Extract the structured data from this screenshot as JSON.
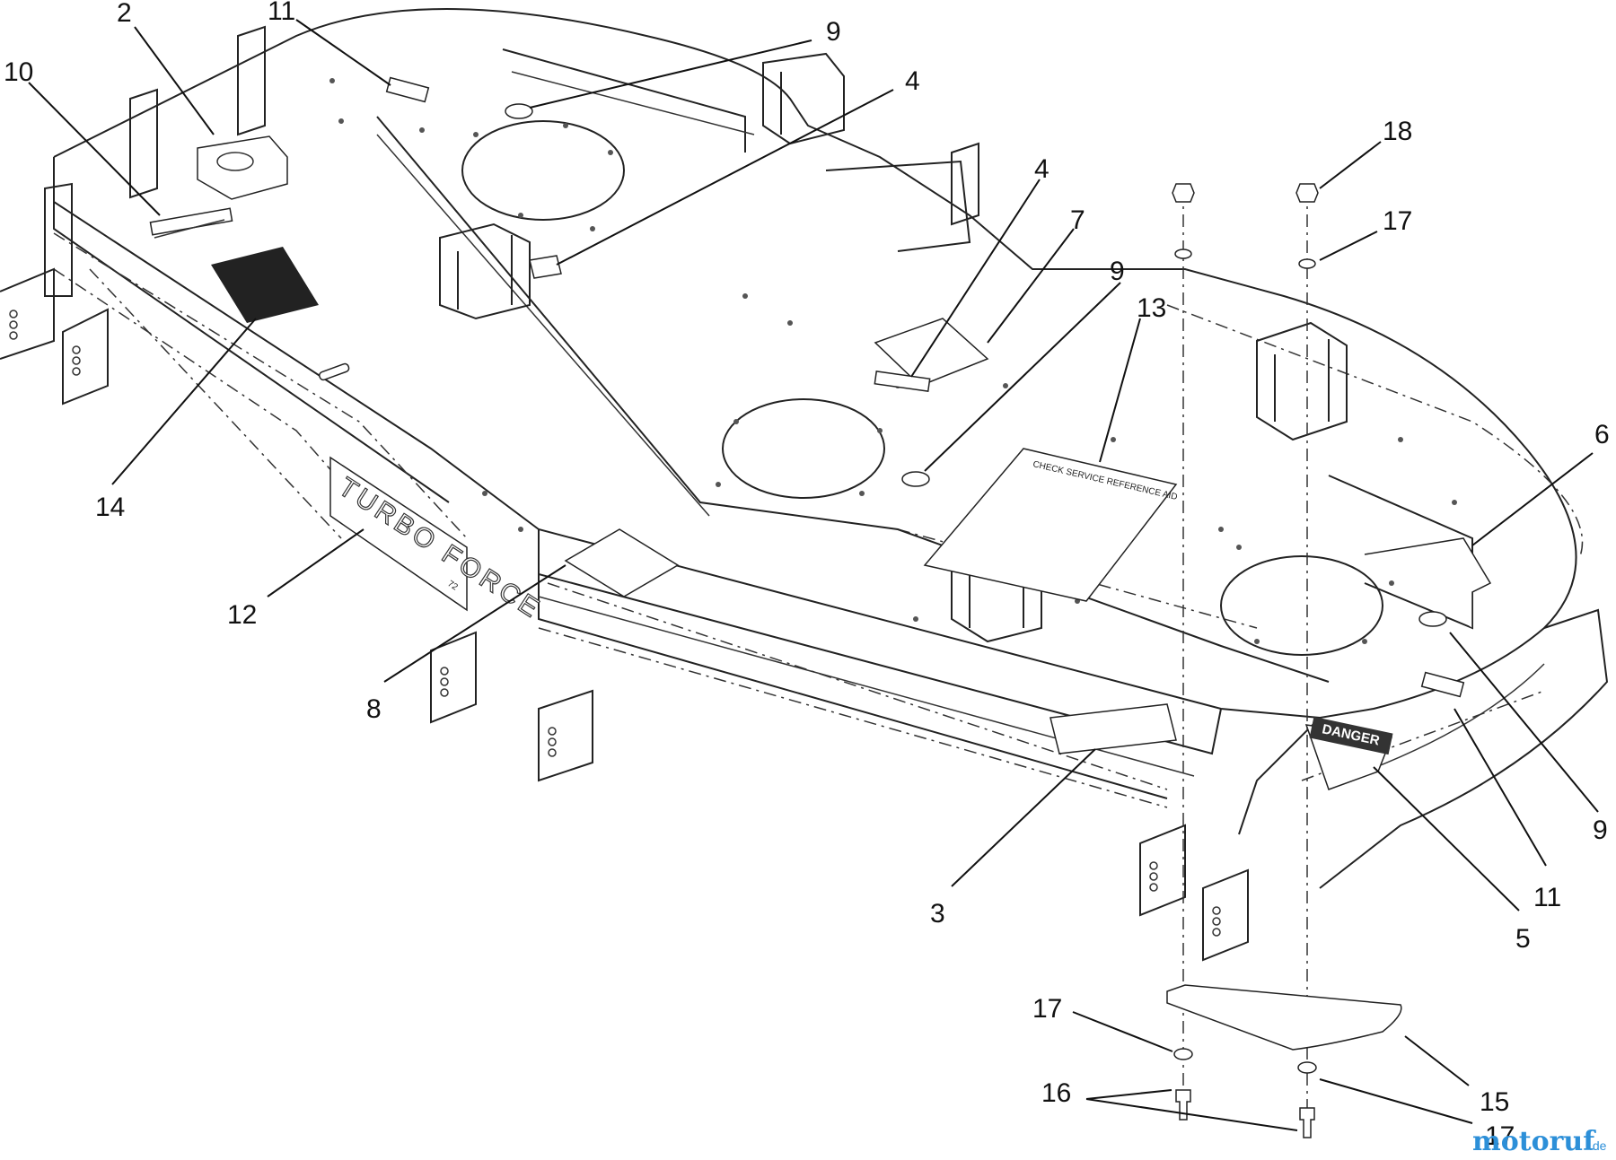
{
  "callouts": [
    {
      "label": "2"
    },
    {
      "label": "11"
    },
    {
      "label": "10"
    },
    {
      "label": "9"
    },
    {
      "label": "4"
    },
    {
      "label": "4"
    },
    {
      "label": "7"
    },
    {
      "label": "9"
    },
    {
      "label": "13"
    },
    {
      "label": "18"
    },
    {
      "label": "17"
    },
    {
      "label": "14"
    },
    {
      "label": "6"
    },
    {
      "label": "12"
    },
    {
      "label": "8"
    },
    {
      "label": "9"
    },
    {
      "label": "11"
    },
    {
      "label": "3"
    },
    {
      "label": "5"
    },
    {
      "label": "17"
    },
    {
      "label": "15"
    },
    {
      "label": "16"
    },
    {
      "label": "17"
    }
  ],
  "deck_plate": {
    "line1": "TURBO FORCE",
    "line2": "72"
  },
  "decals": {
    "service": "CHECK SERVICE REFERENCE AID",
    "danger": "DANGER"
  },
  "watermark": {
    "brand": "motoruf",
    "suffix": ".de"
  }
}
